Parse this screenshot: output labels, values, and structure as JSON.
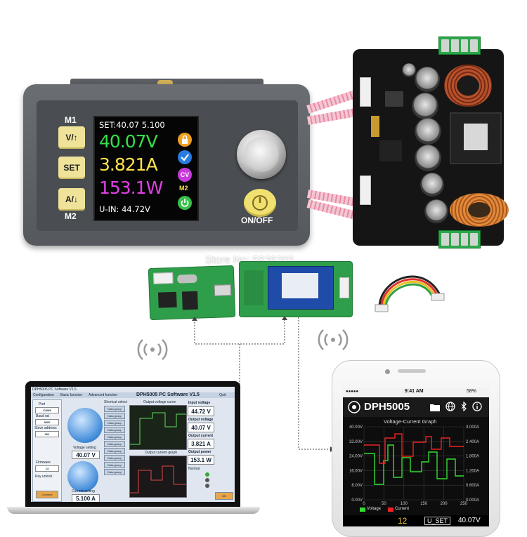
{
  "psu": {
    "m1_label": "M1",
    "m2_label": "M2",
    "btn_voltage": "V/↑",
    "btn_set": "SET",
    "btn_current": "A/↓",
    "onoff_label": "ON/OFF",
    "lcd": {
      "set_line": "SET:40.07 5.100",
      "voltage": "40.07V",
      "current": "3.821A",
      "power": "153.1W",
      "cv_badge": "CV",
      "m2_badge": "M2",
      "uin_line": "U-IN: 44.72V"
    }
  },
  "watermark": "Store No: 5836203",
  "laptop": {
    "window_title": "DPH5005 PC Software V1.5",
    "tabs": [
      "Configuration",
      "Basic function",
      "Advanced function"
    ],
    "title": "DPH5005 PC Software V1.5",
    "quit": "Quit",
    "port_label": "Port",
    "port_value": "COM3",
    "baud_label": "Baud rat",
    "baud_value": "9600",
    "slave_label": "Slave address",
    "slave_value": "001",
    "firmware_label": "Firmware",
    "firmware_value": "13",
    "lock_label": "Key unlock",
    "connect_btn": "Connect",
    "voltage_setting_label": "Voltage setting",
    "voltage_setting_value": "40.07 V",
    "current_setting_label": "Current setting",
    "current_setting_value": "5.100 A",
    "shortcut_label": "Shortcut select",
    "data_group": "Data group",
    "voltage_curve_title": "Output voltage curve",
    "current_curve_title": "Output current graph",
    "input_voltage_label": "Input voltage",
    "input_voltage_value": "44.72 V",
    "output_voltage_label": "Output voltage",
    "output_voltage_value": "40.07 V",
    "output_current_label": "Output current",
    "output_current_value": "3.821 A",
    "output_power_label": "Output power",
    "output_power_value": "153.1 W",
    "normal_label": "Normal",
    "on_btn": "ON"
  },
  "phone": {
    "time": "9:41 AM",
    "battery": "58%",
    "app_title": "DPH5005",
    "graph_title": "Voltage-Current Graph",
    "y_left": [
      "40.00V",
      "32.00V",
      "24.00V",
      "16.00V",
      "8.00V",
      "0.00V"
    ],
    "y_right": [
      "3.000A",
      "2.400A",
      "1.800A",
      "1.200A",
      "0.600A",
      "0.000A"
    ],
    "x_ticks": [
      "0",
      "50",
      "100",
      "150",
      "200",
      "250"
    ],
    "legend_voltage": "Voltage",
    "legend_current": "Current",
    "bottom_number": "12",
    "uset_label": "U_SET",
    "uset_value": "40.07V"
  },
  "colors": {
    "lcd_voltage": "#33e04a",
    "lcd_current": "#ffe24a",
    "lcd_power": "#e040e6",
    "lcd_uin": "#ffffff",
    "phone_voltage": "#33dd33",
    "phone_current": "#ee2222"
  }
}
